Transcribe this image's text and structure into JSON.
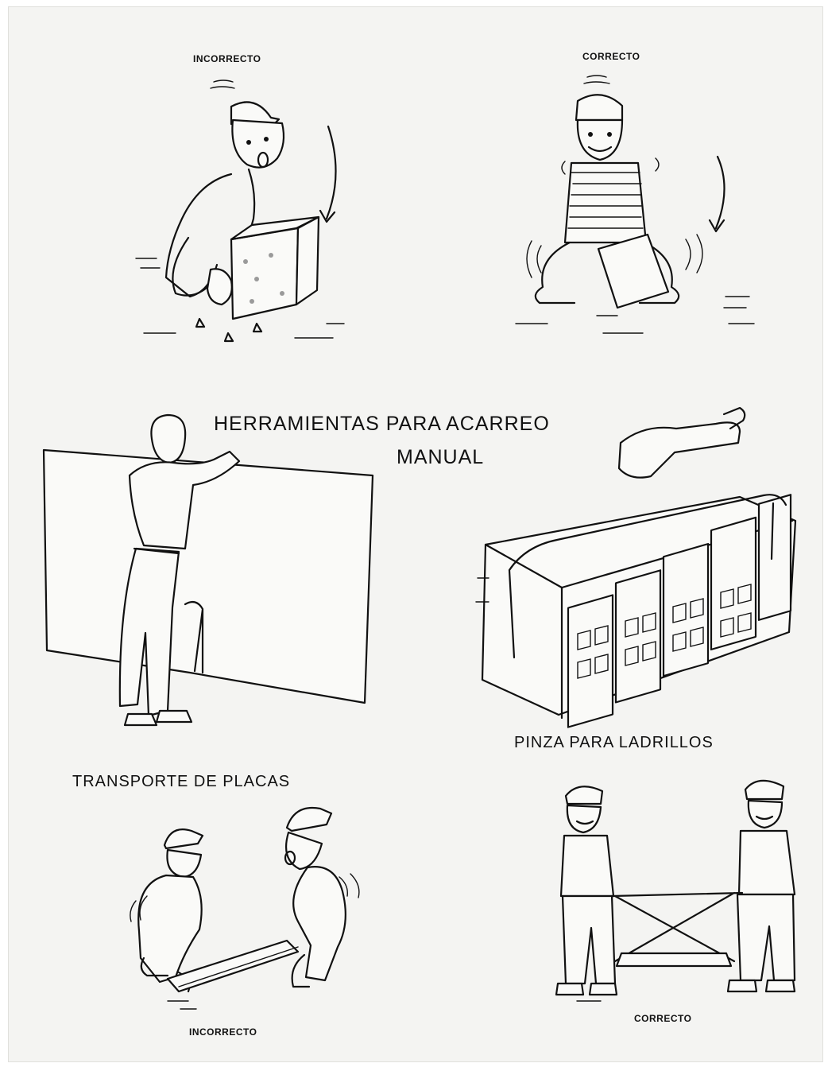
{
  "labels": {
    "top_left": "INCORRECTO",
    "top_right": "CORRECTO",
    "heading_line1": "HERRAMIENTAS PARA ACARREO",
    "heading_line2": "MANUAL",
    "pinza": "PINZA PARA LADRILLOS",
    "transporte": "TRANSPORTE DE PLACAS",
    "bottom_left": "INCORRECTO",
    "bottom_right": "CORRECTO"
  },
  "colors": {
    "ink": "#111111",
    "paper": "#f4f4f2"
  }
}
